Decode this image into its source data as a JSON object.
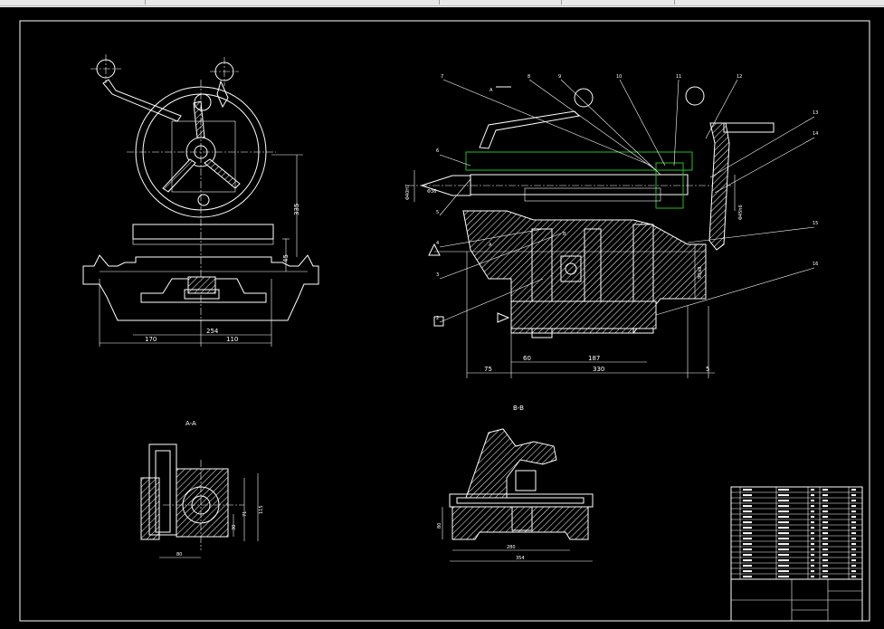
{
  "colors": {
    "background": "#000000",
    "line": "#ffffff",
    "highlight": "#1fbf1f"
  },
  "main_view": {
    "part_numbers": [
      "7",
      "8",
      "9",
      "10",
      "11",
      "12",
      "13",
      "14",
      "15",
      "16",
      "1",
      "2",
      "3",
      "4",
      "5",
      "6"
    ],
    "section_mark": "A",
    "section_mark_b": "B",
    "fit_label_1": "Φ40H7",
    "fit_label_2": "Φ36",
    "fit_label_3": "Φ45h6",
    "height_label": "90js8",
    "dims": {
      "d75": "75",
      "d60": "60",
      "d187": "187",
      "d330": "330",
      "d5": "5"
    }
  },
  "front_view": {
    "dims": {
      "d170": "170",
      "d254": "254",
      "d110": "110",
      "d335": "335",
      "d45": "45"
    }
  },
  "section_aa": {
    "title": "A-A",
    "dims": {
      "w": "80",
      "h1": "115",
      "h2": "71",
      "h3": "30"
    }
  },
  "section_bb": {
    "title": "B-B",
    "dims": {
      "w1": "280",
      "w2": "354",
      "h": "80"
    }
  }
}
